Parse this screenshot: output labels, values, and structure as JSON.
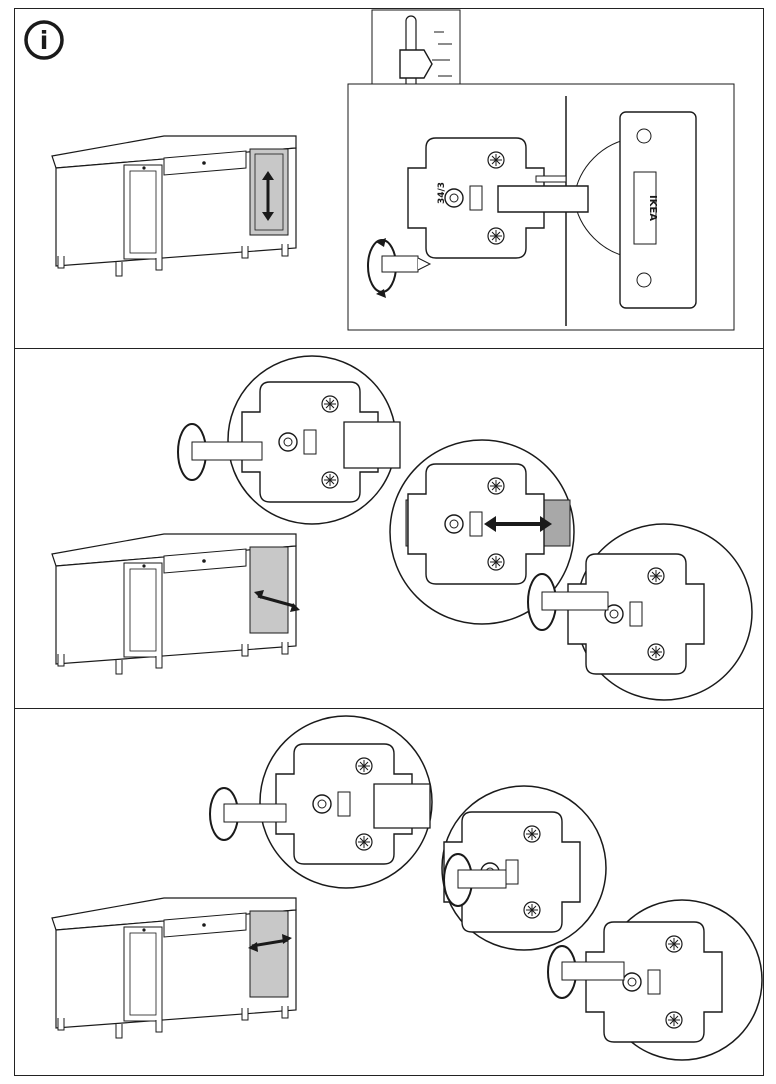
{
  "page": {
    "title": ""
  },
  "info_icon": {
    "symbol": "i",
    "name": "info-icon"
  },
  "hinge_label": "34/3",
  "brand_mark": "IKEA",
  "sections": [
    {
      "id": "step-top",
      "desk_arrow": "vertical",
      "description": ""
    },
    {
      "id": "step-middle",
      "desk_arrow": "horizontal",
      "description": ""
    },
    {
      "id": "step-bottom",
      "desk_arrow": "horizontal",
      "description": ""
    }
  ],
  "colors": {
    "ink": "#1a1a1a",
    "highlight": "#c8c8c8",
    "paper": "#ffffff",
    "shade": "#a8a8a8"
  }
}
